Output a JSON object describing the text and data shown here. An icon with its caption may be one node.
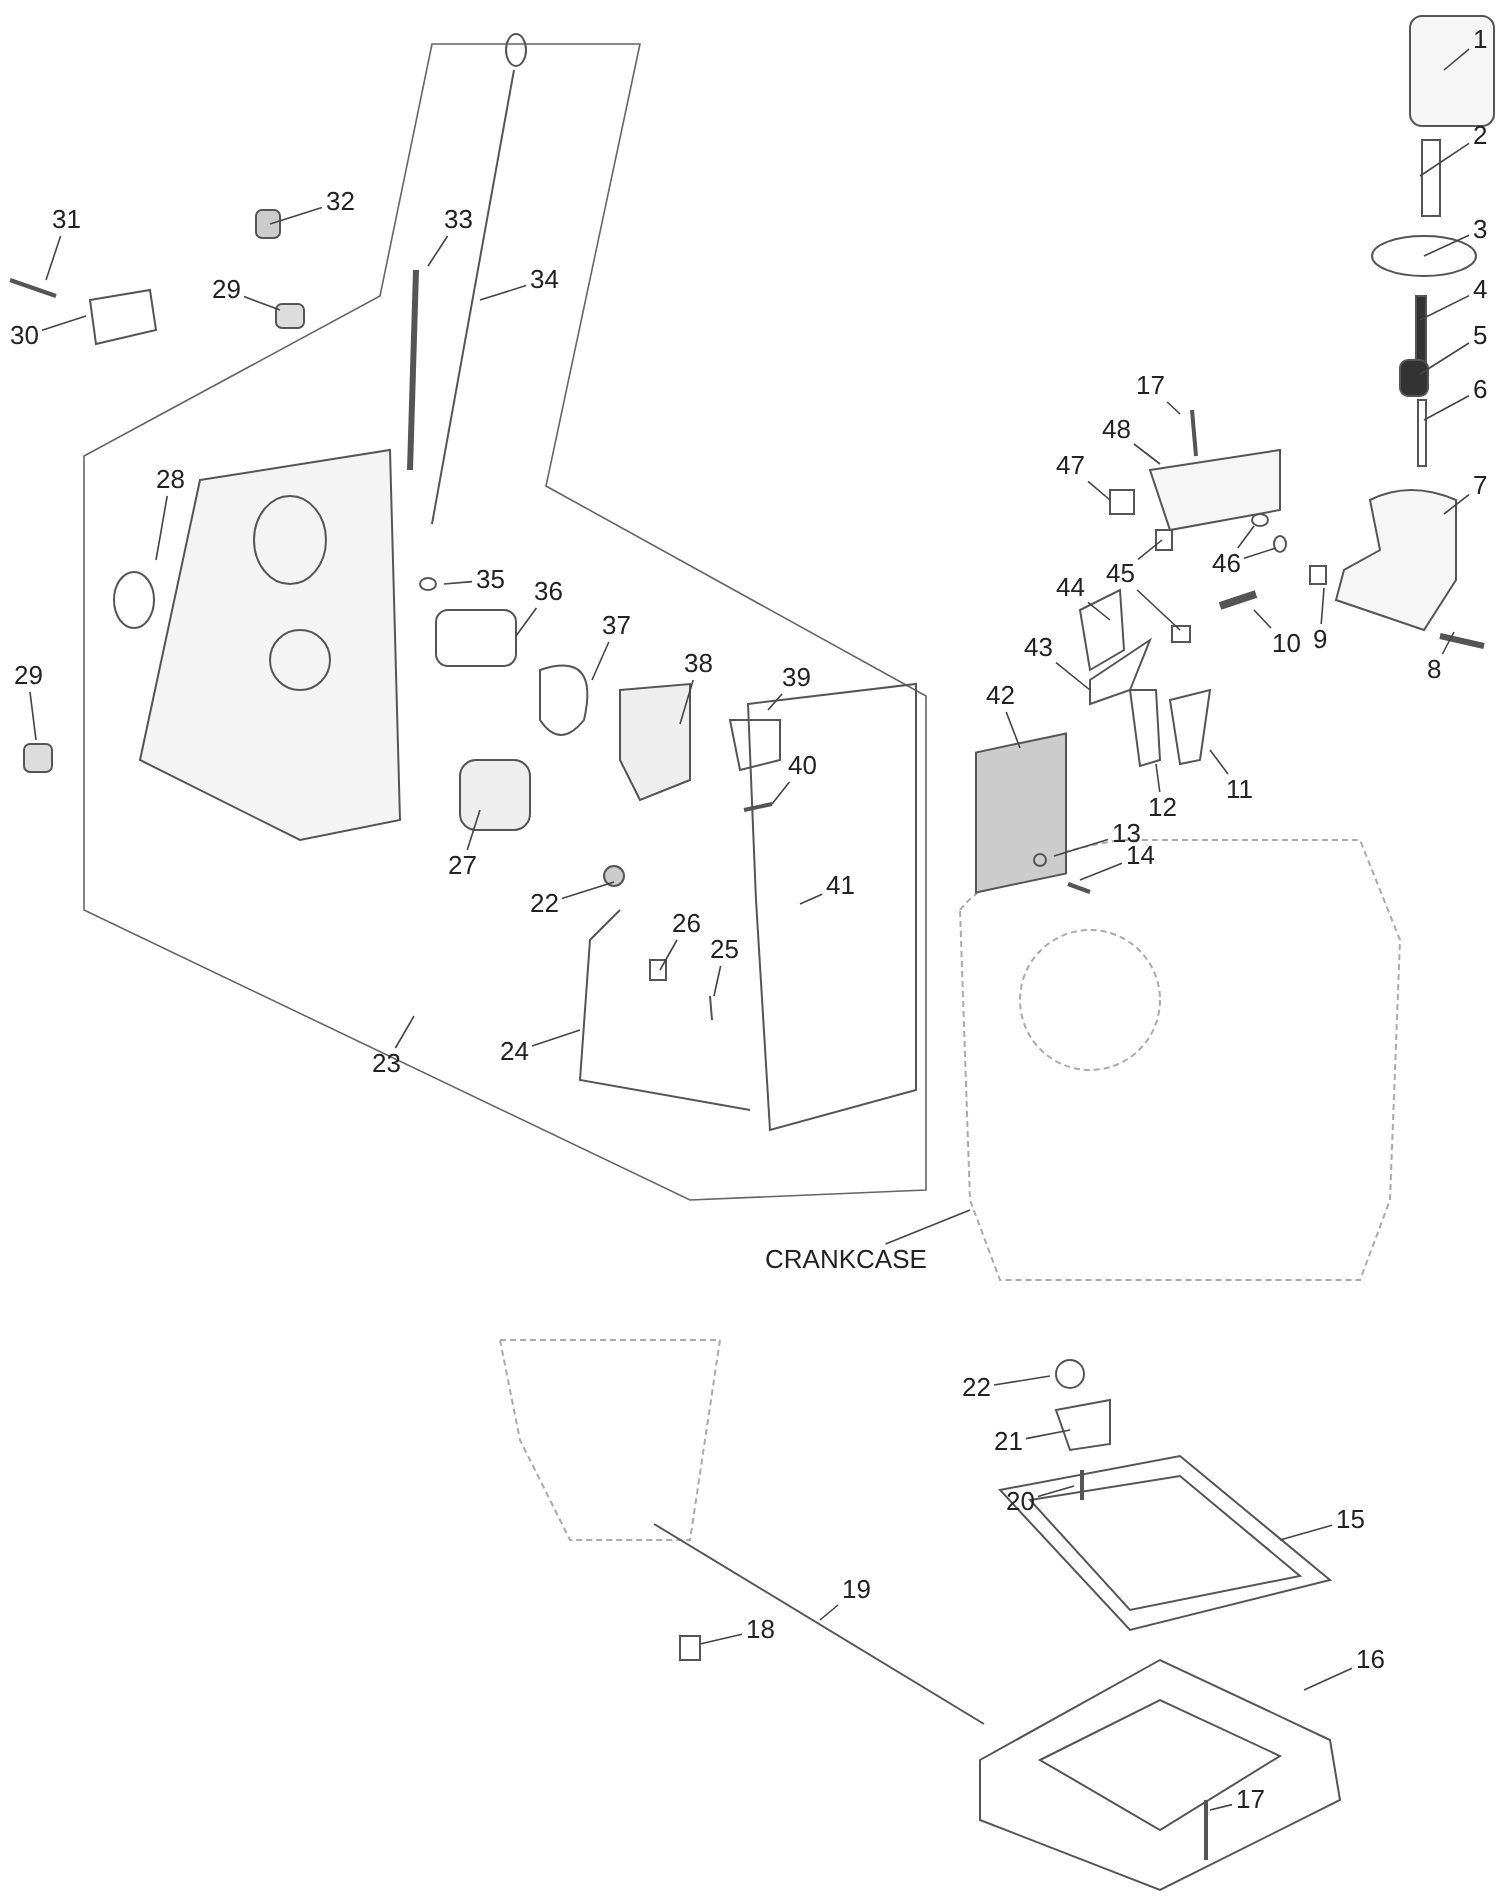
{
  "diagram": {
    "nodes": [
      {
        "text": [
          "1"
        ]
      },
      {
        "text": [
          "2"
        ]
      },
      {
        "text": [
          "3"
        ]
      },
      {
        "text": [
          "4"
        ]
      },
      {
        "text": [
          "5"
        ]
      },
      {
        "text": [
          "6"
        ]
      },
      {
        "text": [
          "7"
        ]
      },
      {
        "text": [
          "8"
        ]
      },
      {
        "text": [
          "9"
        ]
      },
      {
        "text": [
          "10"
        ]
      },
      {
        "text": [
          "11"
        ]
      },
      {
        "text": [
          "12"
        ]
      },
      {
        "text": [
          "13"
        ]
      },
      {
        "text": [
          "14"
        ]
      },
      {
        "text": [
          "15"
        ]
      },
      {
        "text": [
          "16"
        ]
      },
      {
        "text": [
          "17"
        ]
      },
      {
        "text": [
          "17"
        ]
      },
      {
        "text": [
          "18"
        ]
      },
      {
        "text": [
          "19"
        ]
      },
      {
        "text": [
          "20"
        ]
      },
      {
        "text": [
          "21"
        ]
      },
      {
        "text": [
          "22"
        ]
      },
      {
        "text": [
          "22"
        ]
      },
      {
        "text": [
          "23"
        ]
      },
      {
        "text": [
          "24"
        ]
      },
      {
        "text": [
          "25"
        ]
      },
      {
        "text": [
          "26"
        ]
      },
      {
        "text": [
          "27"
        ]
      },
      {
        "text": [
          "28"
        ]
      },
      {
        "text": [
          "29"
        ]
      },
      {
        "text": [
          "29"
        ]
      },
      {
        "text": [
          "30"
        ]
      },
      {
        "text": [
          "31"
        ]
      },
      {
        "text": [
          "32"
        ]
      },
      {
        "text": [
          "33"
        ]
      },
      {
        "text": [
          "34"
        ]
      },
      {
        "text": [
          "35"
        ]
      },
      {
        "text": [
          "36"
        ]
      },
      {
        "text": [
          "37"
        ]
      },
      {
        "text": [
          "38"
        ]
      },
      {
        "text": [
          "39"
        ]
      },
      {
        "text": [
          "40"
        ]
      },
      {
        "text": [
          "41"
        ]
      },
      {
        "text": [
          "42"
        ]
      },
      {
        "text": [
          "43"
        ]
      },
      {
        "text": [
          "44"
        ]
      },
      {
        "text": [
          "45"
        ]
      },
      {
        "text": [
          "46"
        ]
      },
      {
        "text": [
          "47"
        ]
      },
      {
        "text": [
          "48"
        ]
      },
      {
        "text": [
          "CRANKCASE"
        ]
      }
    ],
    "edges": [
      {
        "from": 0,
        "to": null,
        "arrow": "none"
      },
      {
        "from": 1,
        "to": null,
        "arrow": "none"
      },
      {
        "from": 2,
        "to": null,
        "arrow": "none"
      },
      {
        "from": 3,
        "to": null,
        "arrow": "none"
      },
      {
        "from": 4,
        "to": null,
        "arrow": "none"
      },
      {
        "from": 5,
        "to": null,
        "arrow": "none"
      },
      {
        "from": 6,
        "to": null,
        "arrow": "none"
      },
      {
        "from": 7,
        "to": null,
        "arrow": "none"
      },
      {
        "from": 8,
        "to": null,
        "arrow": "none"
      },
      {
        "from": 9,
        "to": null,
        "arrow": "none"
      },
      {
        "from": 10,
        "to": null,
        "arrow": "none"
      },
      {
        "from": 11,
        "to": null,
        "arrow": "none"
      },
      {
        "from": 12,
        "to": null,
        "arrow": "none"
      },
      {
        "from": 13,
        "to": null,
        "arrow": "none"
      },
      {
        "from": 14,
        "to": null,
        "arrow": "none"
      },
      {
        "from": 15,
        "to": null,
        "arrow": "none"
      },
      {
        "from": 16,
        "to": null,
        "arrow": "none"
      },
      {
        "from": 17,
        "to": null,
        "arrow": "none"
      },
      {
        "from": 18,
        "to": null,
        "arrow": "none"
      },
      {
        "from": 19,
        "to": null,
        "arrow": "none"
      },
      {
        "from": 20,
        "to": null,
        "arrow": "none"
      },
      {
        "from": 21,
        "to": null,
        "arrow": "none"
      },
      {
        "from": 22,
        "to": null,
        "arrow": "none"
      },
      {
        "from": 23,
        "to": null,
        "arrow": "none"
      },
      {
        "from": 24,
        "to": null,
        "arrow": "none"
      },
      {
        "from": 25,
        "to": null,
        "arrow": "none"
      },
      {
        "from": 26,
        "to": null,
        "arrow": "none"
      },
      {
        "from": 27,
        "to": null,
        "arrow": "none"
      },
      {
        "from": 28,
        "to": null,
        "arrow": "none"
      },
      {
        "from": 29,
        "to": null,
        "arrow": "none"
      },
      {
        "from": 30,
        "to": null,
        "arrow": "none"
      },
      {
        "from": 31,
        "to": null,
        "arrow": "none"
      },
      {
        "from": 32,
        "to": null,
        "arrow": "none"
      },
      {
        "from": 33,
        "to": null,
        "arrow": "none"
      },
      {
        "from": 34,
        "to": null,
        "arrow": "none"
      },
      {
        "from": 35,
        "to": null,
        "arrow": "none"
      },
      {
        "from": 36,
        "to": null,
        "arrow": "none"
      },
      {
        "from": 37,
        "to": null,
        "arrow": "none"
      },
      {
        "from": 38,
        "to": null,
        "arrow": "none"
      },
      {
        "from": 39,
        "to": null,
        "arrow": "none"
      },
      {
        "from": 40,
        "to": null,
        "arrow": "none"
      },
      {
        "from": 41,
        "to": null,
        "arrow": "none"
      },
      {
        "from": 42,
        "to": null,
        "arrow": "none"
      },
      {
        "from": 43,
        "to": null,
        "arrow": "none"
      },
      {
        "from": 44,
        "to": null,
        "arrow": "none"
      },
      {
        "from": 45,
        "to": null,
        "arrow": "none"
      },
      {
        "from": 46,
        "to": null,
        "arrow": "none"
      },
      {
        "from": 47,
        "to": null,
        "arrow": "none"
      },
      {
        "from": 48,
        "to": null,
        "arrow": "none"
      },
      {
        "from": 49,
        "to": null,
        "arrow": "none"
      },
      {
        "from": 50,
        "to": null,
        "arrow": "none"
      },
      {
        "from": 51,
        "to": null,
        "arrow": "none"
      },
      {
        "from": 47,
        "to": null,
        "arrow": "none"
      },
      {
        "from": 48,
        "to": null,
        "arrow": "none"
      }
    ]
  }
}
